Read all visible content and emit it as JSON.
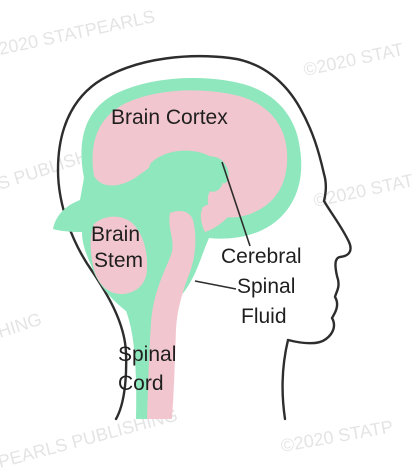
{
  "labels": {
    "brain_cortex": "Brain Cortex",
    "brain_stem_line1": "Brain",
    "brain_stem_line2": "Stem",
    "cerebral_spinal_fluid_line1": "Cerebral",
    "cerebral_spinal_fluid_line2": "Spinal",
    "cerebral_spinal_fluid_line3": "Fluid",
    "spinal_cord_line1": "Spinal",
    "spinal_cord_line2": "Cord"
  },
  "watermarks": {
    "top_left": "2020 STATPEARLS",
    "top_right": "©2020 STAT",
    "left_middle": "S PUBLISHING",
    "right_middle": "©2020 STAT",
    "left_lower": "HING",
    "bottom_left": "PEARLS PUBLISHING",
    "bottom_right": "©2020 STATP"
  },
  "colors": {
    "fluid": "#8ee7bd",
    "cortex": "#f2c6cf",
    "outline": "#2d2d2d",
    "text": "#1f1f1f",
    "watermark": "#d9d9d9"
  }
}
